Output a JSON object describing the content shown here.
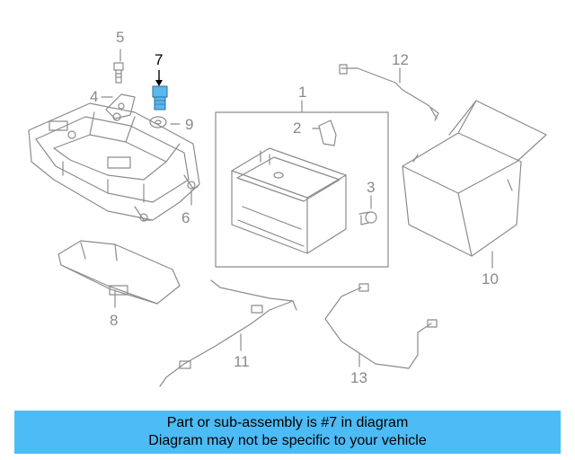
{
  "callouts": {
    "c1": "1",
    "c2": "2",
    "c3": "3",
    "c4": "4",
    "c5": "5",
    "c6": "6",
    "c7": "7",
    "c8": "8",
    "c9": "9",
    "c10": "10",
    "c11": "11",
    "c12": "12",
    "c13": "13"
  },
  "highlighted_part": "7",
  "banner": {
    "line1": "Part or sub-assembly is #7 in diagram",
    "line2": "Diagram may not be specific to your vehicle"
  },
  "colors": {
    "line": "#8c8c8c",
    "highlight_part": "#59b9ef",
    "banner_bg": "#4dbbf5"
  }
}
